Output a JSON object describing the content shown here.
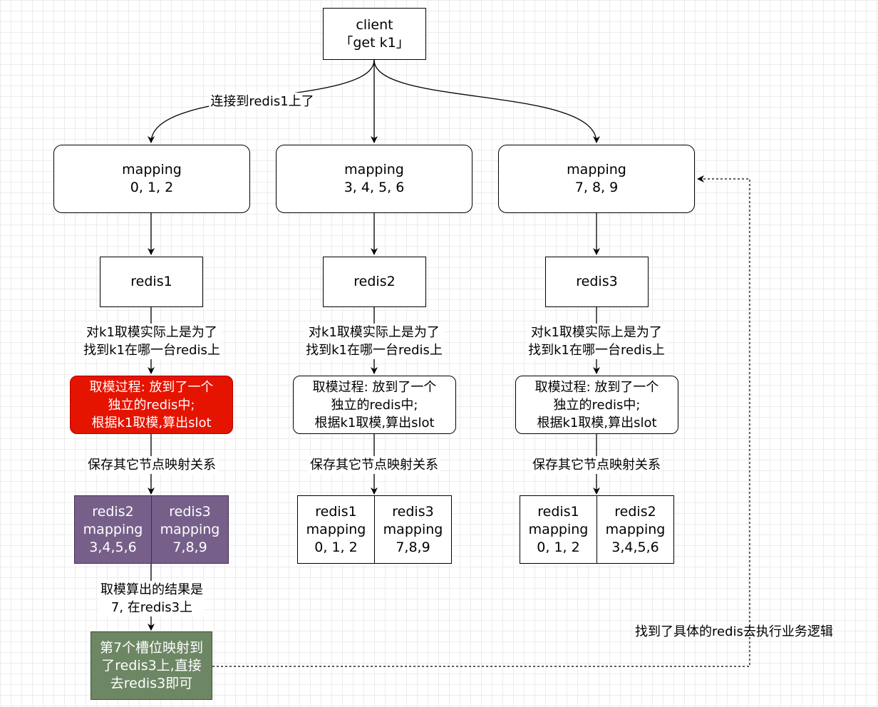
{
  "client": "client\n「get k1」",
  "edge_label_connect": "连接到redis1上了",
  "mappings": [
    "mapping\n0, 1, 2",
    "mapping\n3, 4, 5, 6",
    "mapping\n7, 8, 9"
  ],
  "redis_nodes": [
    "redis1",
    "redis2",
    "redis3"
  ],
  "modulo_purpose": "对k1取模实际上是为了\n找到k1在哪一台redis上",
  "modulo_process": "取模过程: 放到了一个\n独立的redis中;\n根据k1取模,算出slot",
  "save_mapping_label": "保存其它节点映射关系",
  "peer_mappings": [
    [
      "redis2\nmapping\n3,4,5,6",
      "redis3\nmapping\n7,8,9"
    ],
    [
      "redis1\nmapping\n0, 1, 2",
      "redis3\nmapping\n7,8,9"
    ],
    [
      "redis1\nmapping\n0, 1, 2",
      "redis2\nmapping\n3,4,5,6"
    ]
  ],
  "result_label": "取模算出的结果是\n7, 在redis3上",
  "slot_box": "第7个槽位映射到\n了redis3上,直接\n去redis3即可",
  "final_label": "找到了具体的redis去执行业务逻辑",
  "colors": {
    "highlight_red": "#e51400",
    "peer_purple": "#76608a",
    "slot_green": "#6d8764"
  }
}
